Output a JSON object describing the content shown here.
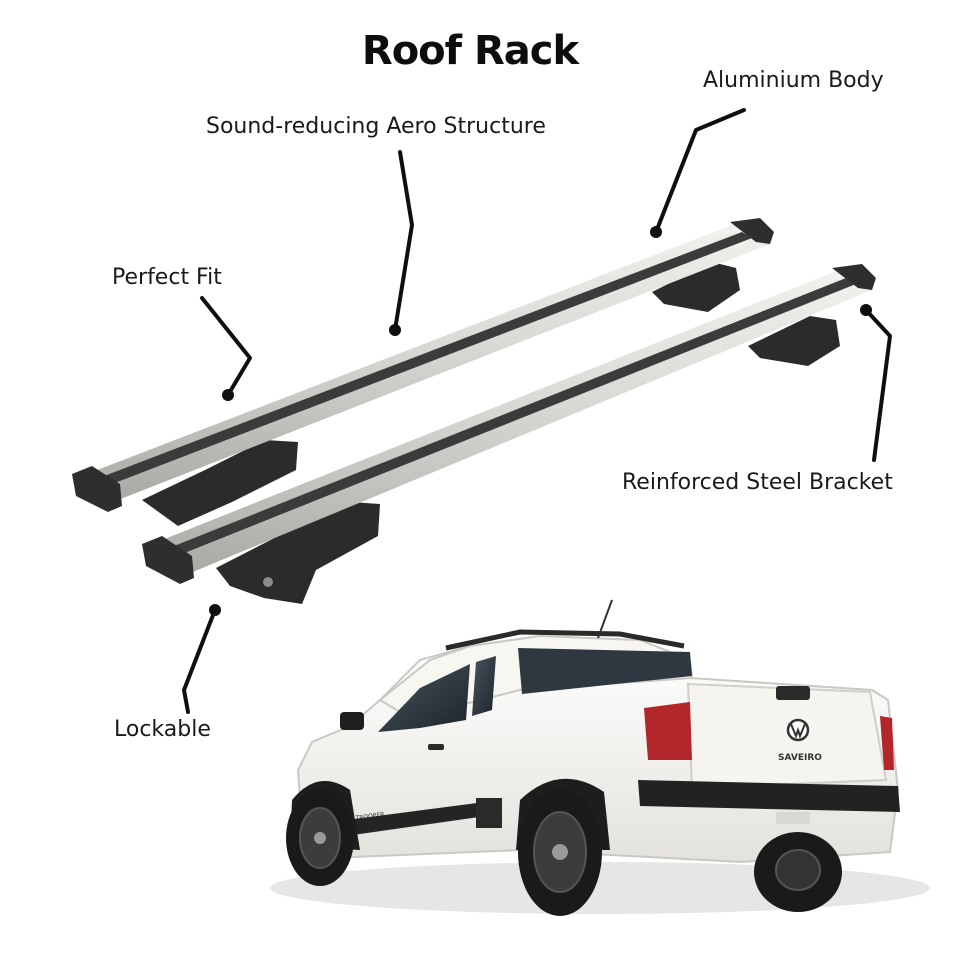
{
  "title": "Roof Rack",
  "callouts": {
    "aluminium": "Aluminium Body",
    "aero": "Sound-reducing Aero Structure",
    "fit": "Perfect Fit",
    "bracket": "Reinforced Steel Bracket",
    "lockable": "Lockable"
  },
  "vehicle": {
    "badge": "SAVEIRO",
    "side_decal": "TROOPER"
  },
  "colors": {
    "bar_silver": "#d9d9d6",
    "bar_channel": "#3b3b3b",
    "bracket": "#2a2a2a",
    "car_body": "#f4f3ee",
    "taillight": "#b3262a",
    "leader": "#0f0f0f"
  }
}
